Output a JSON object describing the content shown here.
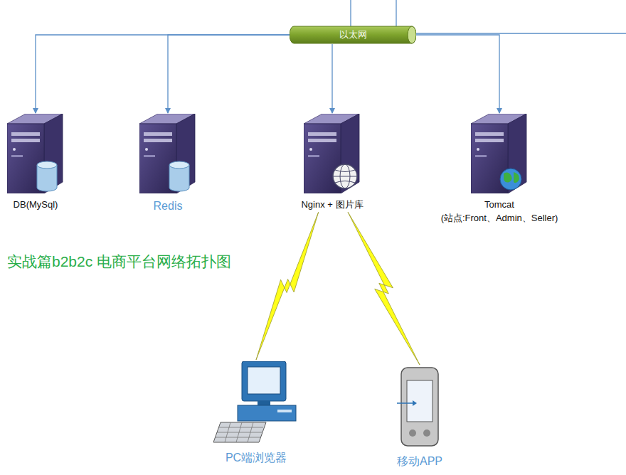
{
  "diagram": {
    "title": "实战篇b2b2c 电商平台网络拓扑图",
    "nodes": [
      {
        "text": [
          "以太网"
        ]
      },
      {
        "text": [
          "DB(MySql)"
        ]
      },
      {
        "text": [
          "Redis"
        ]
      },
      {
        "text": [
          "Nginx + 图片库"
        ]
      },
      {
        "text": [
          "Tomcat",
          "(站点:Front、Admin、Seller)"
        ]
      },
      {
        "text": [
          "PC端浏览器"
        ]
      },
      {
        "text": [
          "移动APP"
        ]
      }
    ],
    "edges": [
      {
        "from": 0,
        "to": 1,
        "arrow": "to"
      },
      {
        "from": 0,
        "to": 2,
        "arrow": "to"
      },
      {
        "from": 0,
        "to": 3,
        "arrow": "to"
      },
      {
        "from": 0,
        "to": 4,
        "arrow": "to"
      },
      {
        "from": 3,
        "to": 5,
        "arrow": "none"
      },
      {
        "from": 3,
        "to": 6,
        "arrow": "none"
      }
    ]
  }
}
